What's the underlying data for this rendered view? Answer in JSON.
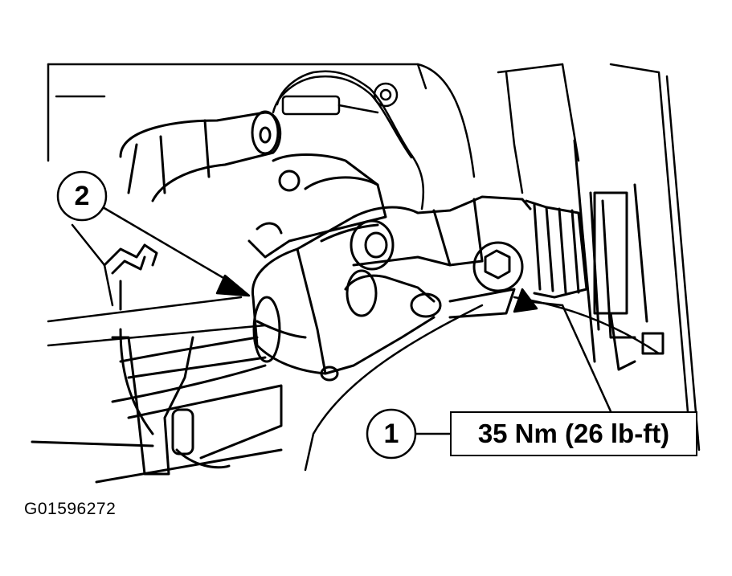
{
  "callouts": [
    {
      "label": "1",
      "value": "35 Nm (26 lb-ft)"
    },
    {
      "label": "2"
    }
  ],
  "figure_id": "G01596272",
  "colors": {
    "ink": "#000000",
    "paper": "#ffffff"
  }
}
